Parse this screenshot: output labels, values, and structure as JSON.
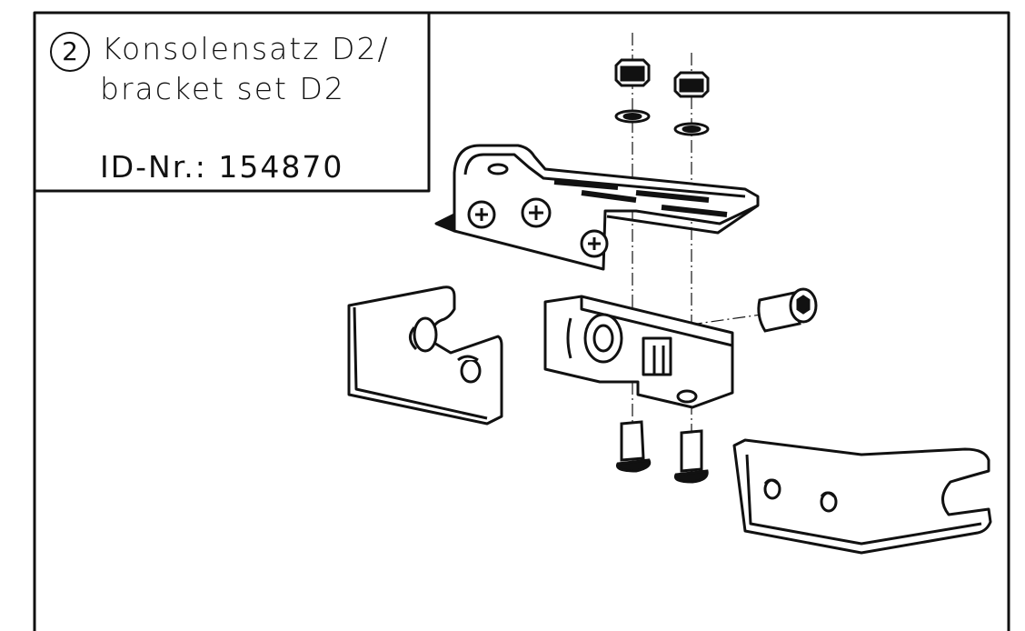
{
  "title_block": {
    "position_number": "2",
    "title_de": "Konsolensatz D2/",
    "title_en": "bracket set D2",
    "id_label": "ID-Nr.: 154870"
  }
}
